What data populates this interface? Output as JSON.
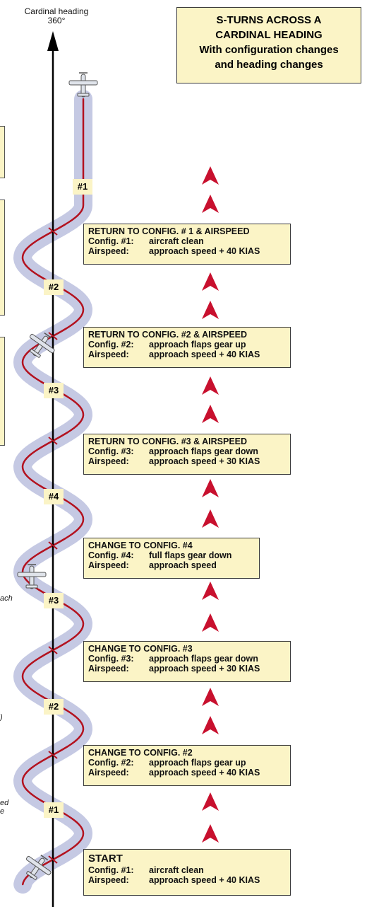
{
  "heading_label": {
    "line1": "Cardinal heading",
    "line2": "360°"
  },
  "title": {
    "line1": "S-TURNS ACROSS A",
    "line2": "CARDINAL HEADING",
    "line3": "With configuration changes",
    "line4": "and heading changes"
  },
  "config_boxes": [
    {
      "heading": "RETURN TO CONFIG. # 1 & AIRSPEED",
      "config_key": "Config. #1:",
      "config_val": "aircraft clean",
      "airspeed_key": "Airspeed:",
      "airspeed_val": "approach speed + 40 KIAS"
    },
    {
      "heading": "RETURN TO CONFIG. #2 & AIRSPEED",
      "config_key": "Config. #2:",
      "config_val": "approach flaps gear up",
      "airspeed_key": "Airspeed:",
      "airspeed_val": "approach speed + 40 KIAS"
    },
    {
      "heading": "RETURN TO CONFIG. #3 & AIRSPEED",
      "config_key": "Config. #3:",
      "config_val": "approach flaps gear down",
      "airspeed_key": "Airspeed:",
      "airspeed_val": "approach speed + 30 KIAS"
    },
    {
      "heading": "CHANGE TO CONFIG. #4",
      "config_key": "Config. #4:",
      "config_val": "full flaps gear down",
      "airspeed_key": "Airspeed:",
      "airspeed_val": "approach speed"
    },
    {
      "heading": "CHANGE TO CONFIG. #3",
      "config_key": "Config. #3:",
      "config_val": "approach flaps gear down",
      "airspeed_key": "Airspeed:",
      "airspeed_val": "approach speed + 30 KIAS"
    },
    {
      "heading": "CHANGE TO CONFIG. #2",
      "config_key": "Config. #2:",
      "config_val": "approach flaps gear up",
      "airspeed_key": "Airspeed:",
      "airspeed_val": "approach speed + 40 KIAS"
    },
    {
      "heading": "START",
      "config_key": "Config. #1:",
      "config_val": "aircraft clean",
      "airspeed_key": "Airspeed:",
      "airspeed_val": "approach speed + 40 KIAS"
    }
  ],
  "segment_markers": [
    "#1",
    "#2",
    "#3",
    "#4",
    "#3",
    "#2",
    "#1"
  ],
  "edge_fragments": [
    "ach",
    ")",
    "ed",
    "e"
  ],
  "colors": {
    "box_fill": "#fbf4c6",
    "track_band": "#c5c9e3",
    "flight_path": "#b3121f",
    "direction_arrow": "#c8102e",
    "heading_line": "#000000"
  }
}
